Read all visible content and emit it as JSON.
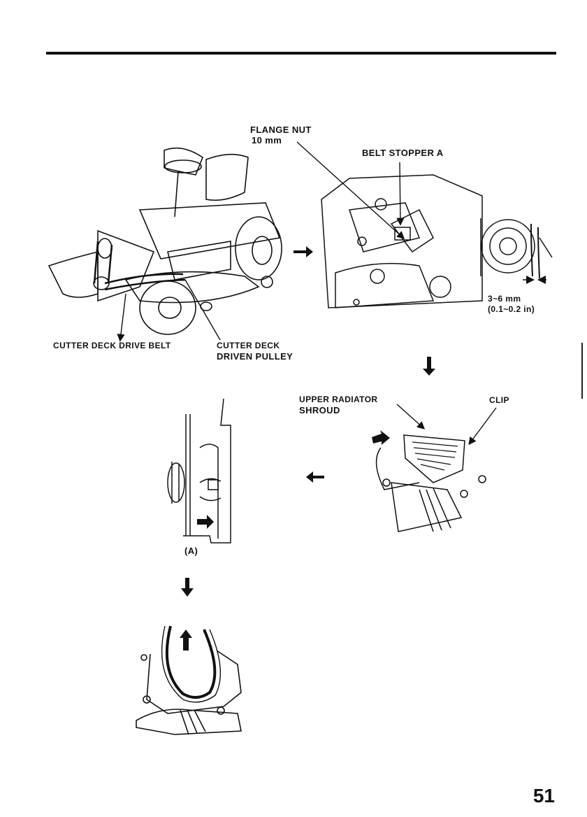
{
  "page": {
    "number": "51"
  },
  "figures": {
    "mower": {
      "label_belt": "CUTTER DECK DRIVE BELT",
      "label_pulley_1": "CUTTER DECK",
      "label_pulley_2": "DRIVEN PULLEY"
    },
    "engine": {
      "label_nut_1": "FLANGE NUT",
      "label_nut_2": "10 mm",
      "label_stopper": "BELT STOPPER A",
      "clearance_1": "3~6 mm",
      "clearance_2": "(0.1~0.2 in)"
    },
    "radiator": {
      "label_shroud_1": "UPPER RADIATOR",
      "label_shroud_2": "SHROUD",
      "label_clip": "CLIP"
    },
    "fan": {
      "label_a": "(A)"
    }
  }
}
